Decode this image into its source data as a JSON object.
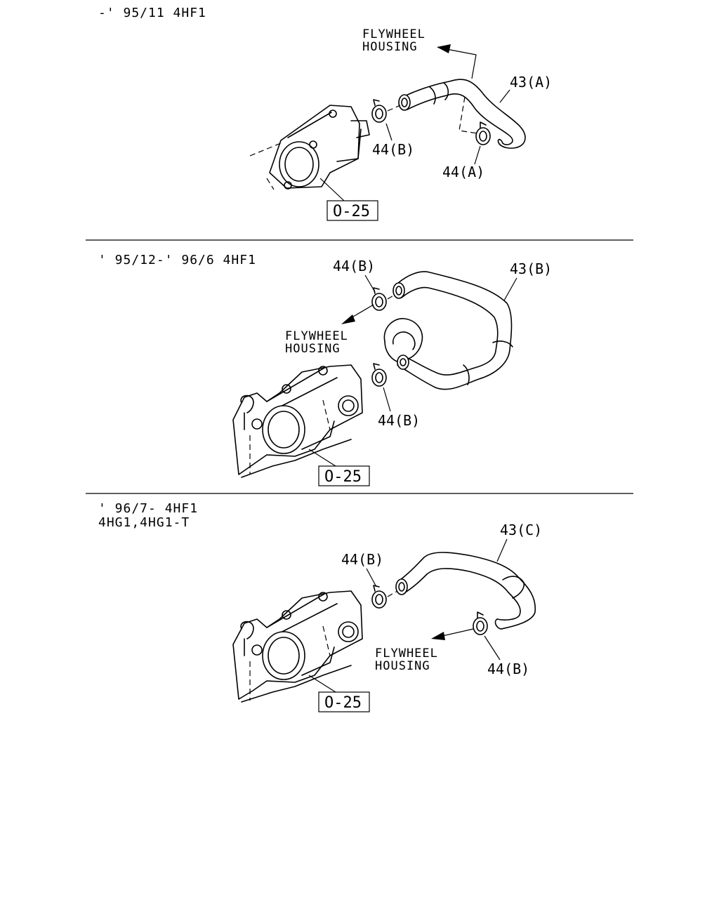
{
  "sections": [
    {
      "header_lines": [
        "-' 95/11 4HF1"
      ],
      "hose_label": "43(A)",
      "clamp_labels": [
        "44(B)",
        "44(A)"
      ],
      "direction_label": [
        "FLYWHEEL",
        "HOUSING"
      ],
      "ref_box": "O-25"
    },
    {
      "header_lines": [
        "' 95/12-' 96/6 4HF1"
      ],
      "hose_label": "43(B)",
      "clamp_labels": [
        "44(B)",
        "44(B)"
      ],
      "direction_label": [
        "FLYWHEEL",
        "HOUSING"
      ],
      "ref_box": "O-25"
    },
    {
      "header_lines": [
        "' 96/7- 4HF1",
        "4HG1,4HG1-T"
      ],
      "hose_label": "43(C)",
      "clamp_labels": [
        "44(B)",
        "44(B)"
      ],
      "direction_label": [
        "FLYWHEEL",
        "HOUSING"
      ],
      "ref_box": "O-25"
    }
  ]
}
